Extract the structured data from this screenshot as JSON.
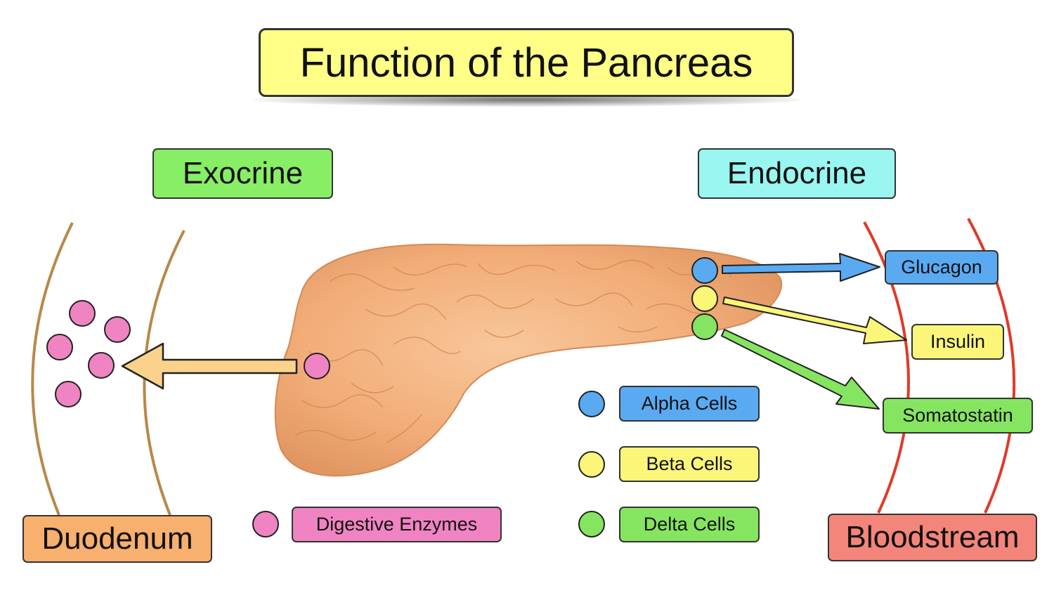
{
  "title": "Function of the Pancreas",
  "sections": {
    "exocrine": "Exocrine",
    "endocrine": "Endocrine",
    "duodenum": "Duodenum",
    "bloodstream": "Bloodstream"
  },
  "hormones": {
    "glucagon": "Glucagon",
    "insulin": "Insulin",
    "somatostatin": "Somatostatin"
  },
  "legend": {
    "digestive_enzymes": "Digestive Enzymes",
    "alpha_cells": "Alpha Cells",
    "beta_cells": "Beta Cells",
    "delta_cells": "Delta Cells"
  },
  "colors": {
    "title_bg": "#ffff88",
    "exocrine_bg": "#88ee66",
    "endocrine_bg": "#99f6f0",
    "duodenum_bg": "#f7b06e",
    "bloodstream_bg": "#f4857a",
    "alpha": "#5aaaf2",
    "beta": "#fbf57a",
    "delta": "#86e560",
    "enzyme": "#f084c2",
    "enzyme_arrow": "#fbd28a",
    "duodenum_wall": "#b8884a",
    "blood_wall": "#e03a2a",
    "pancreas": "#f2b07e"
  }
}
